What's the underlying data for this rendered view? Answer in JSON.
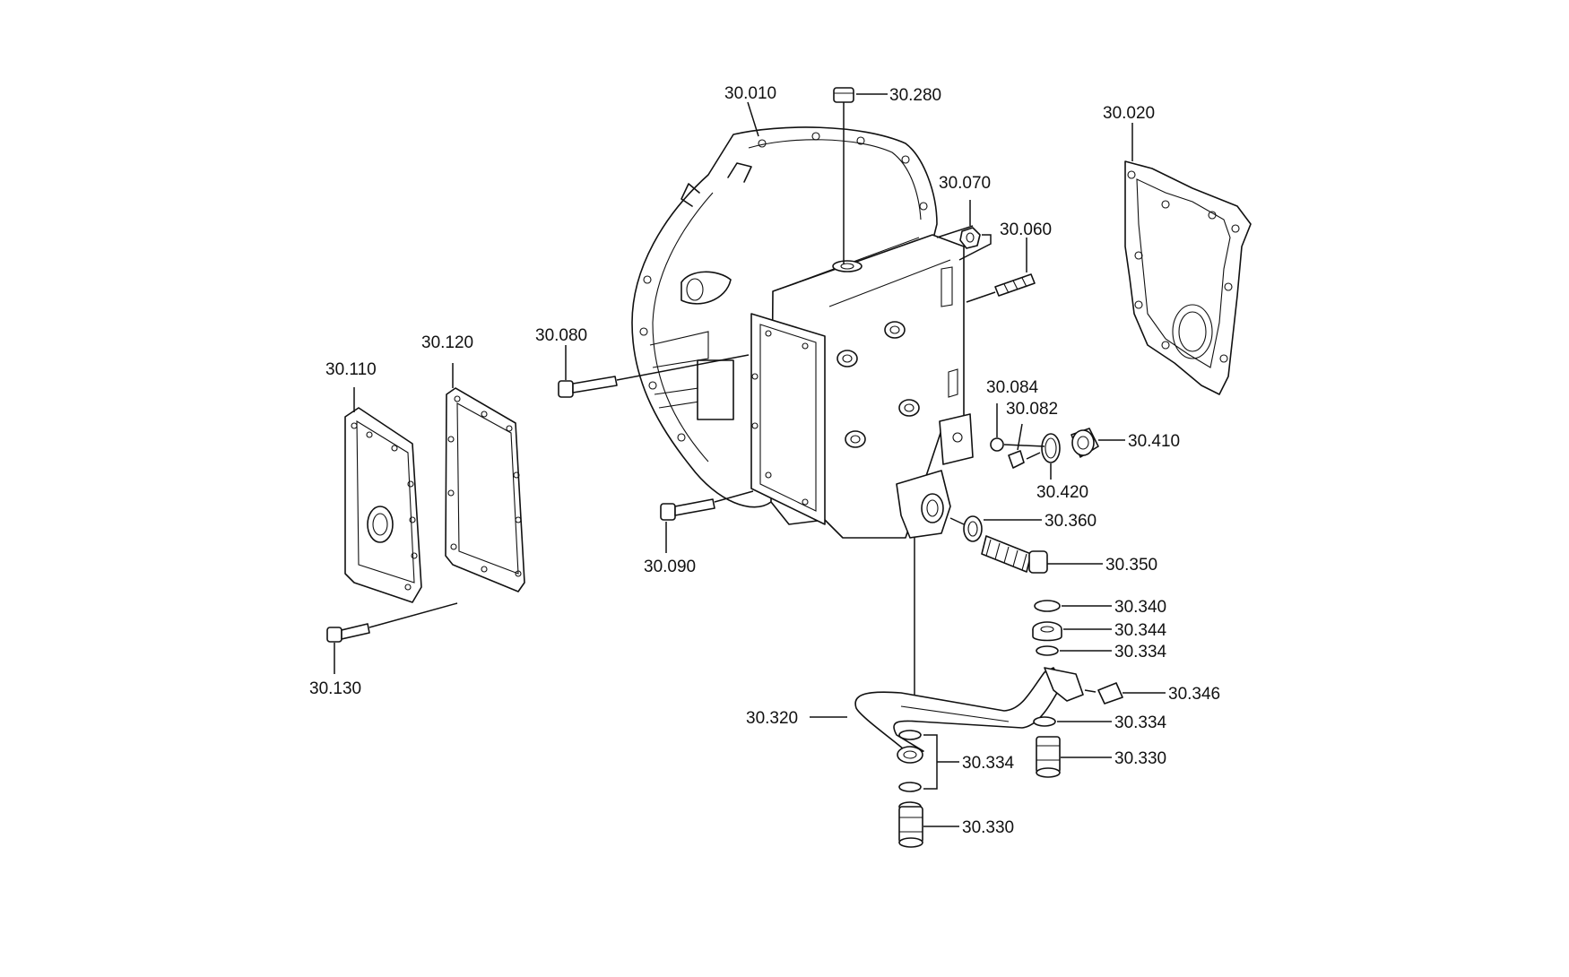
{
  "diagram": {
    "part_labels": {
      "p30010": "30.010",
      "p30280": "30.280",
      "p30020": "30.020",
      "p30070": "30.070",
      "p30060": "30.060",
      "p30080": "30.080",
      "p30120": "30.120",
      "p30110": "30.110",
      "p30084": "30.084",
      "p30082": "30.082",
      "p30410": "30.410",
      "p30420": "30.420",
      "p30360": "30.360",
      "p30350": "30.350",
      "p30090": "30.090",
      "p30130": "30.130",
      "p30340": "30.340",
      "p30344": "30.344",
      "p30334a": "30.334",
      "p30346": "30.346",
      "p30320": "30.320",
      "p30334b": "30.334",
      "p30334c": "30.334",
      "p30330a": "30.330",
      "p30330b": "30.330"
    }
  }
}
